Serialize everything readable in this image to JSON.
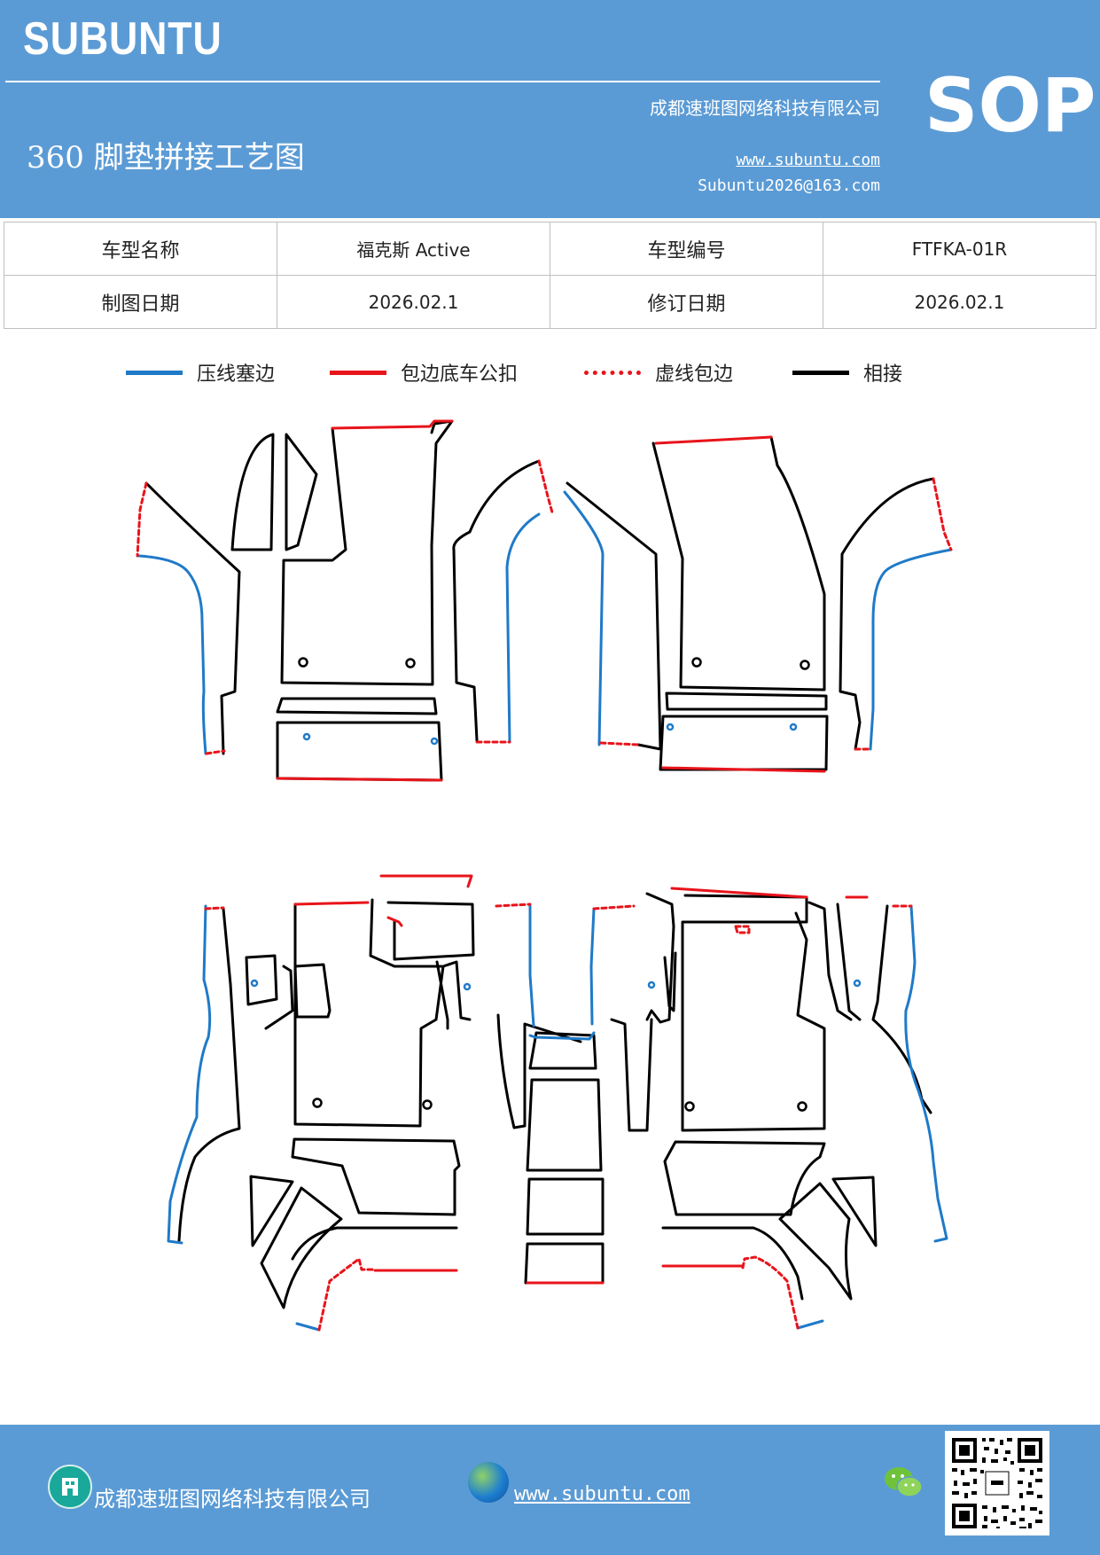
{
  "header": {
    "brand": "SUBUNTU",
    "badge": "SOP",
    "company": "成都速班图网络科技有限公司",
    "title": "360 脚垫拼接工艺图",
    "website": "www.subuntu.com",
    "email": "Subuntu2026@163.com"
  },
  "info_table": {
    "row1": {
      "label1": "车型名称",
      "value1": "福克斯 Active",
      "label2": "车型编号",
      "value2": "FTFKA-01R"
    },
    "row2": {
      "label1": "制图日期",
      "value1": "2026.02.1",
      "label2": "修订日期",
      "value2": "2026.02.1"
    }
  },
  "legend": [
    {
      "label": "压线塞边",
      "color": "#1f7ac8",
      "style": "solid"
    },
    {
      "label": "包边底车公扣",
      "color": "#e8141b",
      "style": "solid"
    },
    {
      "label": "虚线包边",
      "color": "#e8141b",
      "style": "dotted"
    },
    {
      "label": "相接",
      "color": "#000000",
      "style": "solid"
    }
  ],
  "footer": {
    "company": "成都速班图网络科技有限公司",
    "website": "www.subuntu.com",
    "icons": [
      "building-icon",
      "globe-icon",
      "wechat-icon",
      "qr-code"
    ]
  }
}
